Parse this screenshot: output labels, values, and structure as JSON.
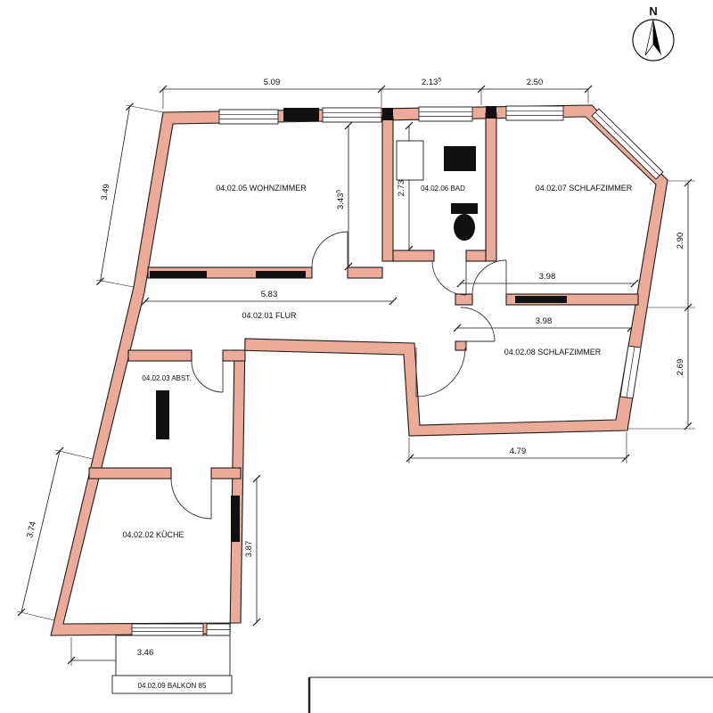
{
  "compass": {
    "north_label": "N"
  },
  "rooms": {
    "wohnzimmer": {
      "label": "04.02.05 WOHNZIMMER"
    },
    "bad": {
      "label": "04.02.06 BAD"
    },
    "schlafzimmer_07": {
      "label": "04.02.07 SCHLAFZIMMER"
    },
    "flur": {
      "label": "04.02.01 FLUR"
    },
    "schlafzimmer_08": {
      "label": "04.02.08 SCHLAFZIMMER"
    },
    "abstellraum": {
      "label": "04.02.03 ABST."
    },
    "kueche": {
      "label": "04.02.02 KÜCHE"
    },
    "balkon": {
      "label": "04.02.09 BALKON 85"
    }
  },
  "dimensions": {
    "top_left": "5.09",
    "top_middle": "2.13",
    "top_middle_sup": "5",
    "top_right": "2.50",
    "left_upper": "3.49",
    "left_lower": "3.74",
    "right_upper": "2.90",
    "right_lower": "2.69",
    "wohnzimmer_depth": "3.43",
    "wohnzimmer_depth_sup": "5",
    "bad_depth": "2.73",
    "flur_length": "5.83",
    "schlafzimmer_07_width": "3.98",
    "schlafzimmer_08_width": "3.98",
    "schlafzimmer_08_bottom": "4.79",
    "kueche_depth": "3.87",
    "kueche_width": "3.46"
  },
  "colors": {
    "wall_fill": "#ecab99",
    "line": "#1a1a1a"
  }
}
